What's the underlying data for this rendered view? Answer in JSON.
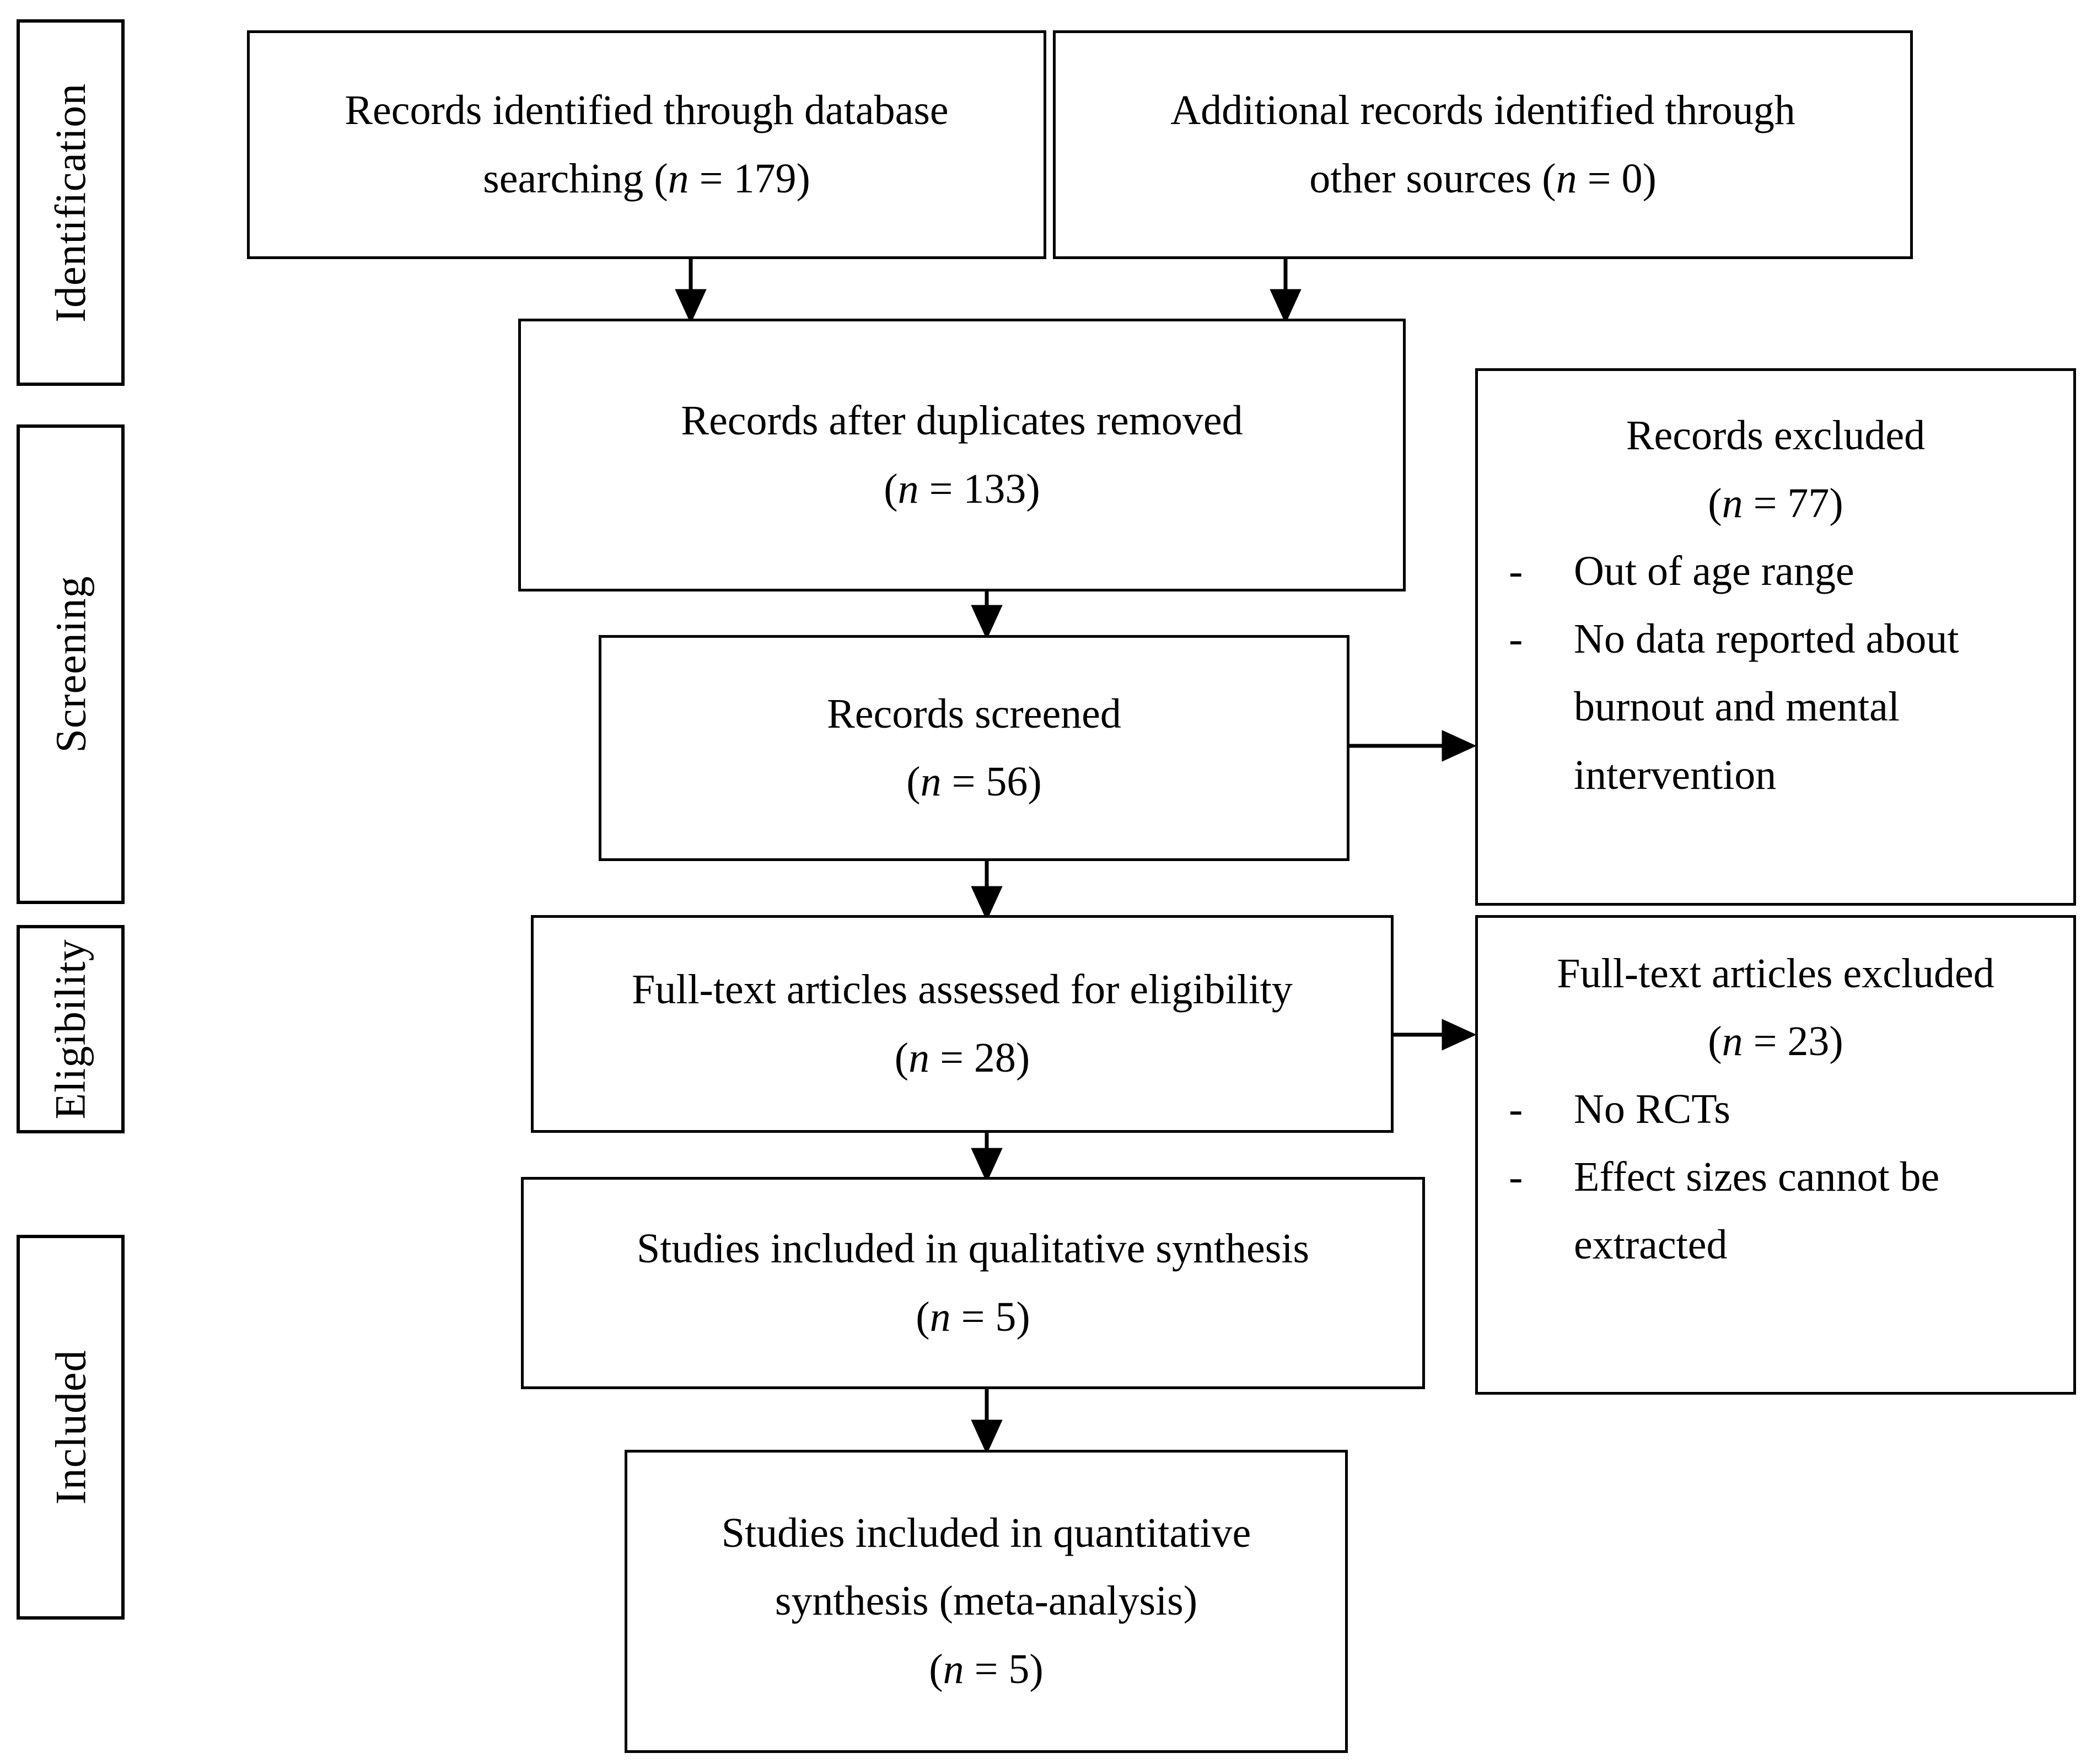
{
  "diagram": {
    "type": "prisma-flow-diagram",
    "stages": [
      {
        "id": "identification",
        "label": "Identification"
      },
      {
        "id": "screening",
        "label": "Screening"
      },
      {
        "id": "eligibility",
        "label": "Eligibility"
      },
      {
        "id": "included",
        "label": "Included"
      }
    ],
    "boxes": {
      "db_search": {
        "line1": "Records identified through database",
        "line2_text": "searching (",
        "line2_n": "n",
        "line2_eq": " = 179)"
      },
      "other_sources": {
        "line1": "Additional records identified through",
        "line2_text": "other sources (",
        "line2_n": "n",
        "line2_eq": " = 0)"
      },
      "duplicates_removed": {
        "line1": "Records after duplicates removed",
        "line2_open": "(",
        "line2_n": "n",
        "line2_eq": " = 133)"
      },
      "records_screened": {
        "line1": "Records screened",
        "line2_open": "(",
        "line2_n": "n",
        "line2_eq": " = 56)"
      },
      "fulltext_assessed": {
        "line1": "Full-text articles assessed for eligibility",
        "line2_open": "(",
        "line2_n": "n",
        "line2_eq": " = 28)"
      },
      "qualitative": {
        "line1": "Studies included in qualitative synthesis",
        "line2_open": "(",
        "line2_n": "n",
        "line2_eq": " = 5)"
      },
      "quantitative": {
        "line1": "Studies included in quantitative",
        "line2": "synthesis (meta-analysis)",
        "line3_open": "(",
        "line3_n": "n",
        "line3_eq": " = 5)"
      },
      "records_excluded": {
        "heading": "Records excluded",
        "count_open": "(",
        "count_n": "n",
        "count_eq": " = 77)",
        "dash": "-",
        "reasons": [
          "Out of age range",
          "No data reported about burnout and mental intervention"
        ]
      },
      "fulltext_excluded": {
        "heading": "Full-text articles excluded",
        "count_open": "(",
        "count_n": "n",
        "count_eq": " = 23)",
        "dash": "-",
        "reasons": [
          "No RCTs",
          "Effect sizes cannot be extracted"
        ]
      }
    },
    "colors": {
      "border": "#000000",
      "text": "#000000",
      "background": "#ffffff"
    }
  }
}
